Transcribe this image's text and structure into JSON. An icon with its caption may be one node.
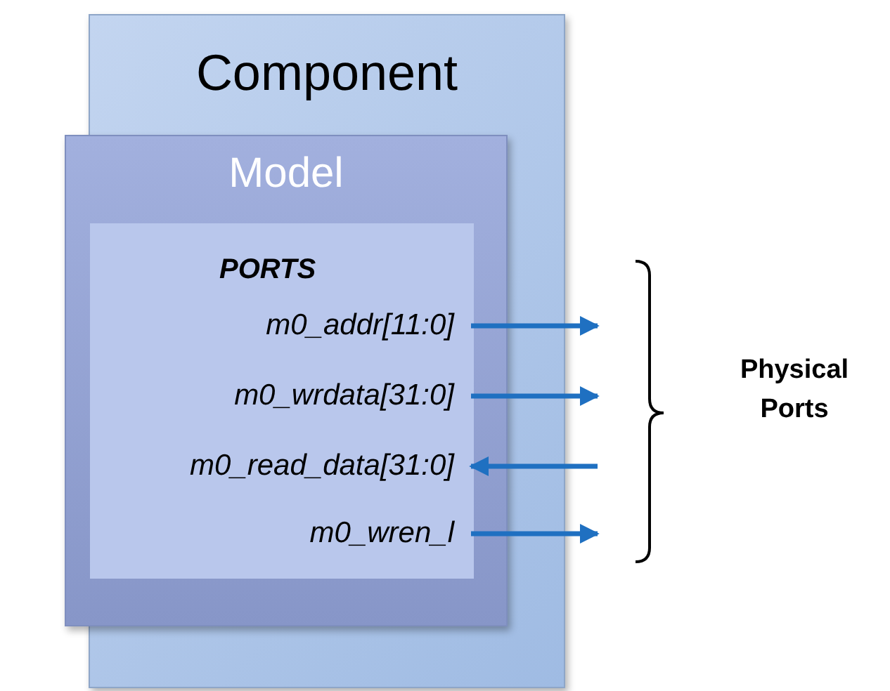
{
  "diagram": {
    "nodes": [
      {
        "text": [
          "Component"
        ]
      },
      {
        "text": [
          "Model"
        ],
        "in": 0
      },
      {
        "text": [
          "PORTS"
        ],
        "in": 1
      },
      {
        "text": [
          "m0_addr[11:0]"
        ],
        "in": 2
      },
      {
        "text": [
          "m0_wrdata[31:0]"
        ],
        "in": 2
      },
      {
        "text": [
          "m0_read_data[31:0]"
        ],
        "in": 2
      },
      {
        "text": [
          "m0_wren_l"
        ],
        "in": 2
      }
    ],
    "edges": [
      {
        "from": 3,
        "to": null,
        "arrow": "to"
      },
      {
        "from": 4,
        "to": null,
        "arrow": "to"
      },
      {
        "from": null,
        "to": 5,
        "arrow": "to"
      },
      {
        "from": 6,
        "to": null,
        "arrow": "to"
      }
    ],
    "labels": [
      "Physical Ports"
    ]
  }
}
